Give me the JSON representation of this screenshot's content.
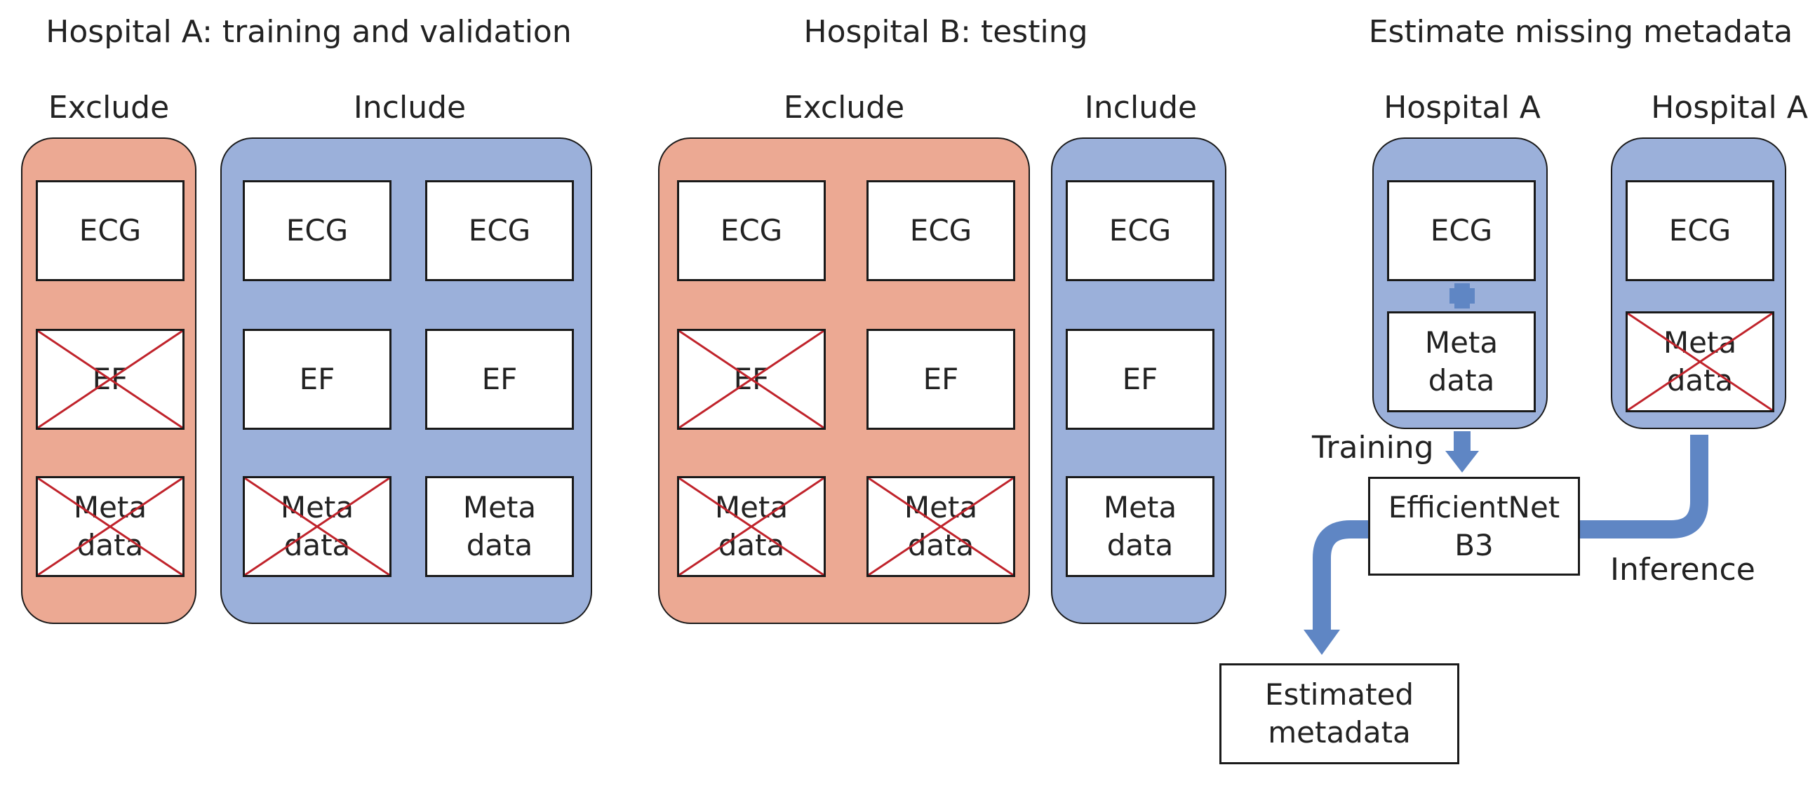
{
  "sections": {
    "hospital_a": "Hospital A: training and validation",
    "hospital_b": "Hospital B: testing",
    "estimate": "Estimate missing metadata"
  },
  "groups": {
    "a_exclude": "Exclude",
    "a_include": "Include",
    "b_exclude": "Exclude",
    "b_include": "Include",
    "est_left": "Hospital A",
    "est_right": "Hospital A"
  },
  "boxes": {
    "ecg": "ECG",
    "ef": "EF",
    "meta": "Meta\ndata"
  },
  "flow": {
    "training": "Training",
    "inference": "Inference",
    "model": "EfficientNet\nB3",
    "output": "Estimated\nmetadata"
  },
  "colors": {
    "exclude_panel": "#eca993",
    "include_panel": "#9bb0da",
    "arrow": "#5f86c4",
    "cross": "#c0232b"
  }
}
